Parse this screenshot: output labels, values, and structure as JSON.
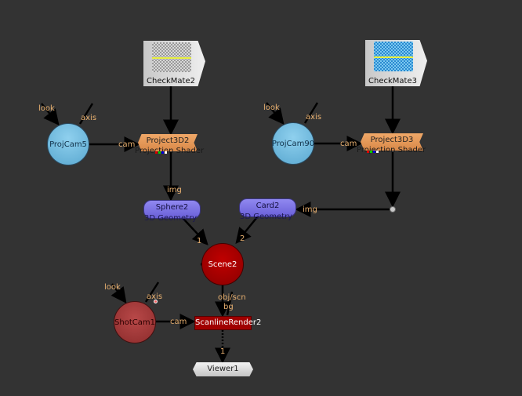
{
  "nodes": {
    "checkmate2": {
      "label": "CheckMate2"
    },
    "checkmate3": {
      "label": "CheckMate3"
    },
    "projcam5": {
      "label": "ProjCam5"
    },
    "projcam90": {
      "label": "ProjCam90"
    },
    "project3d2": {
      "label": "Project3D2",
      "subtitle": "Projection Shader"
    },
    "project3d3": {
      "label": "Project3D3",
      "subtitle": "Projection Shader"
    },
    "sphere2": {
      "label": "Sphere2",
      "subtitle": "3D Geometry"
    },
    "card2": {
      "label": "Card2",
      "subtitle": "3D Geometry"
    },
    "scene2": {
      "label": "Scene2"
    },
    "shotcam1": {
      "label": "ShotCam1"
    },
    "scanlinerender2": {
      "label": "ScanlineRender2"
    },
    "viewer1": {
      "label": "Viewer1"
    }
  },
  "inputs": {
    "look": "look",
    "axis": "axis",
    "cam": "cam",
    "img": "img",
    "in1": "1",
    "in2": "2",
    "objscn": "obj/scn",
    "bg": "bg"
  },
  "colors": {
    "background": "#333333",
    "camera": "#6ab8e0",
    "shader": "#e09050",
    "geometry": "#7a70e0",
    "scene": "#a00000",
    "input_label": "#e8b070"
  }
}
